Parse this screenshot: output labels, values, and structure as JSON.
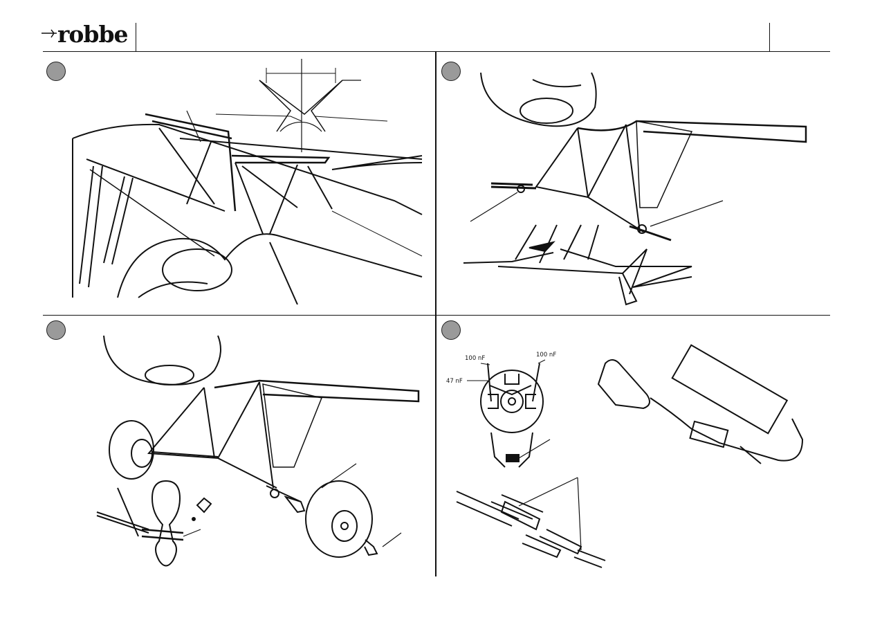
{
  "header": {
    "brand": "robbe"
  },
  "panels": [
    {
      "id": "1",
      "labels": []
    },
    {
      "id": "2",
      "labels": []
    },
    {
      "id": "3",
      "labels": []
    },
    {
      "id": "4",
      "labels": {
        "cap_left_top": "100 nF",
        "cap_right_top": "100 nF",
        "cap_side": "47 nF"
      }
    }
  ],
  "colors": {
    "ink": "#111111",
    "circle_fill": "#9a9a9a"
  }
}
